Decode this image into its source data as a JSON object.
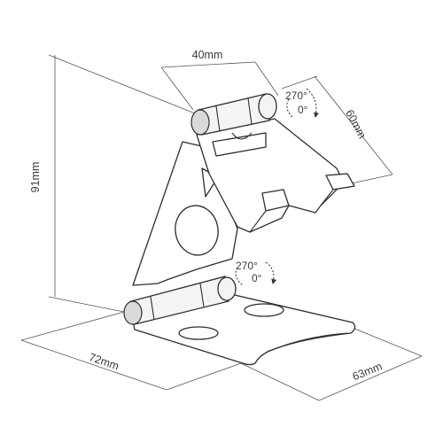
{
  "dimensions": {
    "width_top": "40mm",
    "depth_top": "60mm",
    "height": "91mm",
    "base_width": "72mm",
    "base_depth": "63mm"
  },
  "angles": {
    "upper_max": "270°",
    "upper_min": "0°",
    "lower_max": "270°",
    "lower_min": "0°"
  },
  "colors": {
    "line": "#2e2e2e",
    "dimension_line": "#555555",
    "text": "#3a3a3a",
    "background": "#ffffff"
  }
}
